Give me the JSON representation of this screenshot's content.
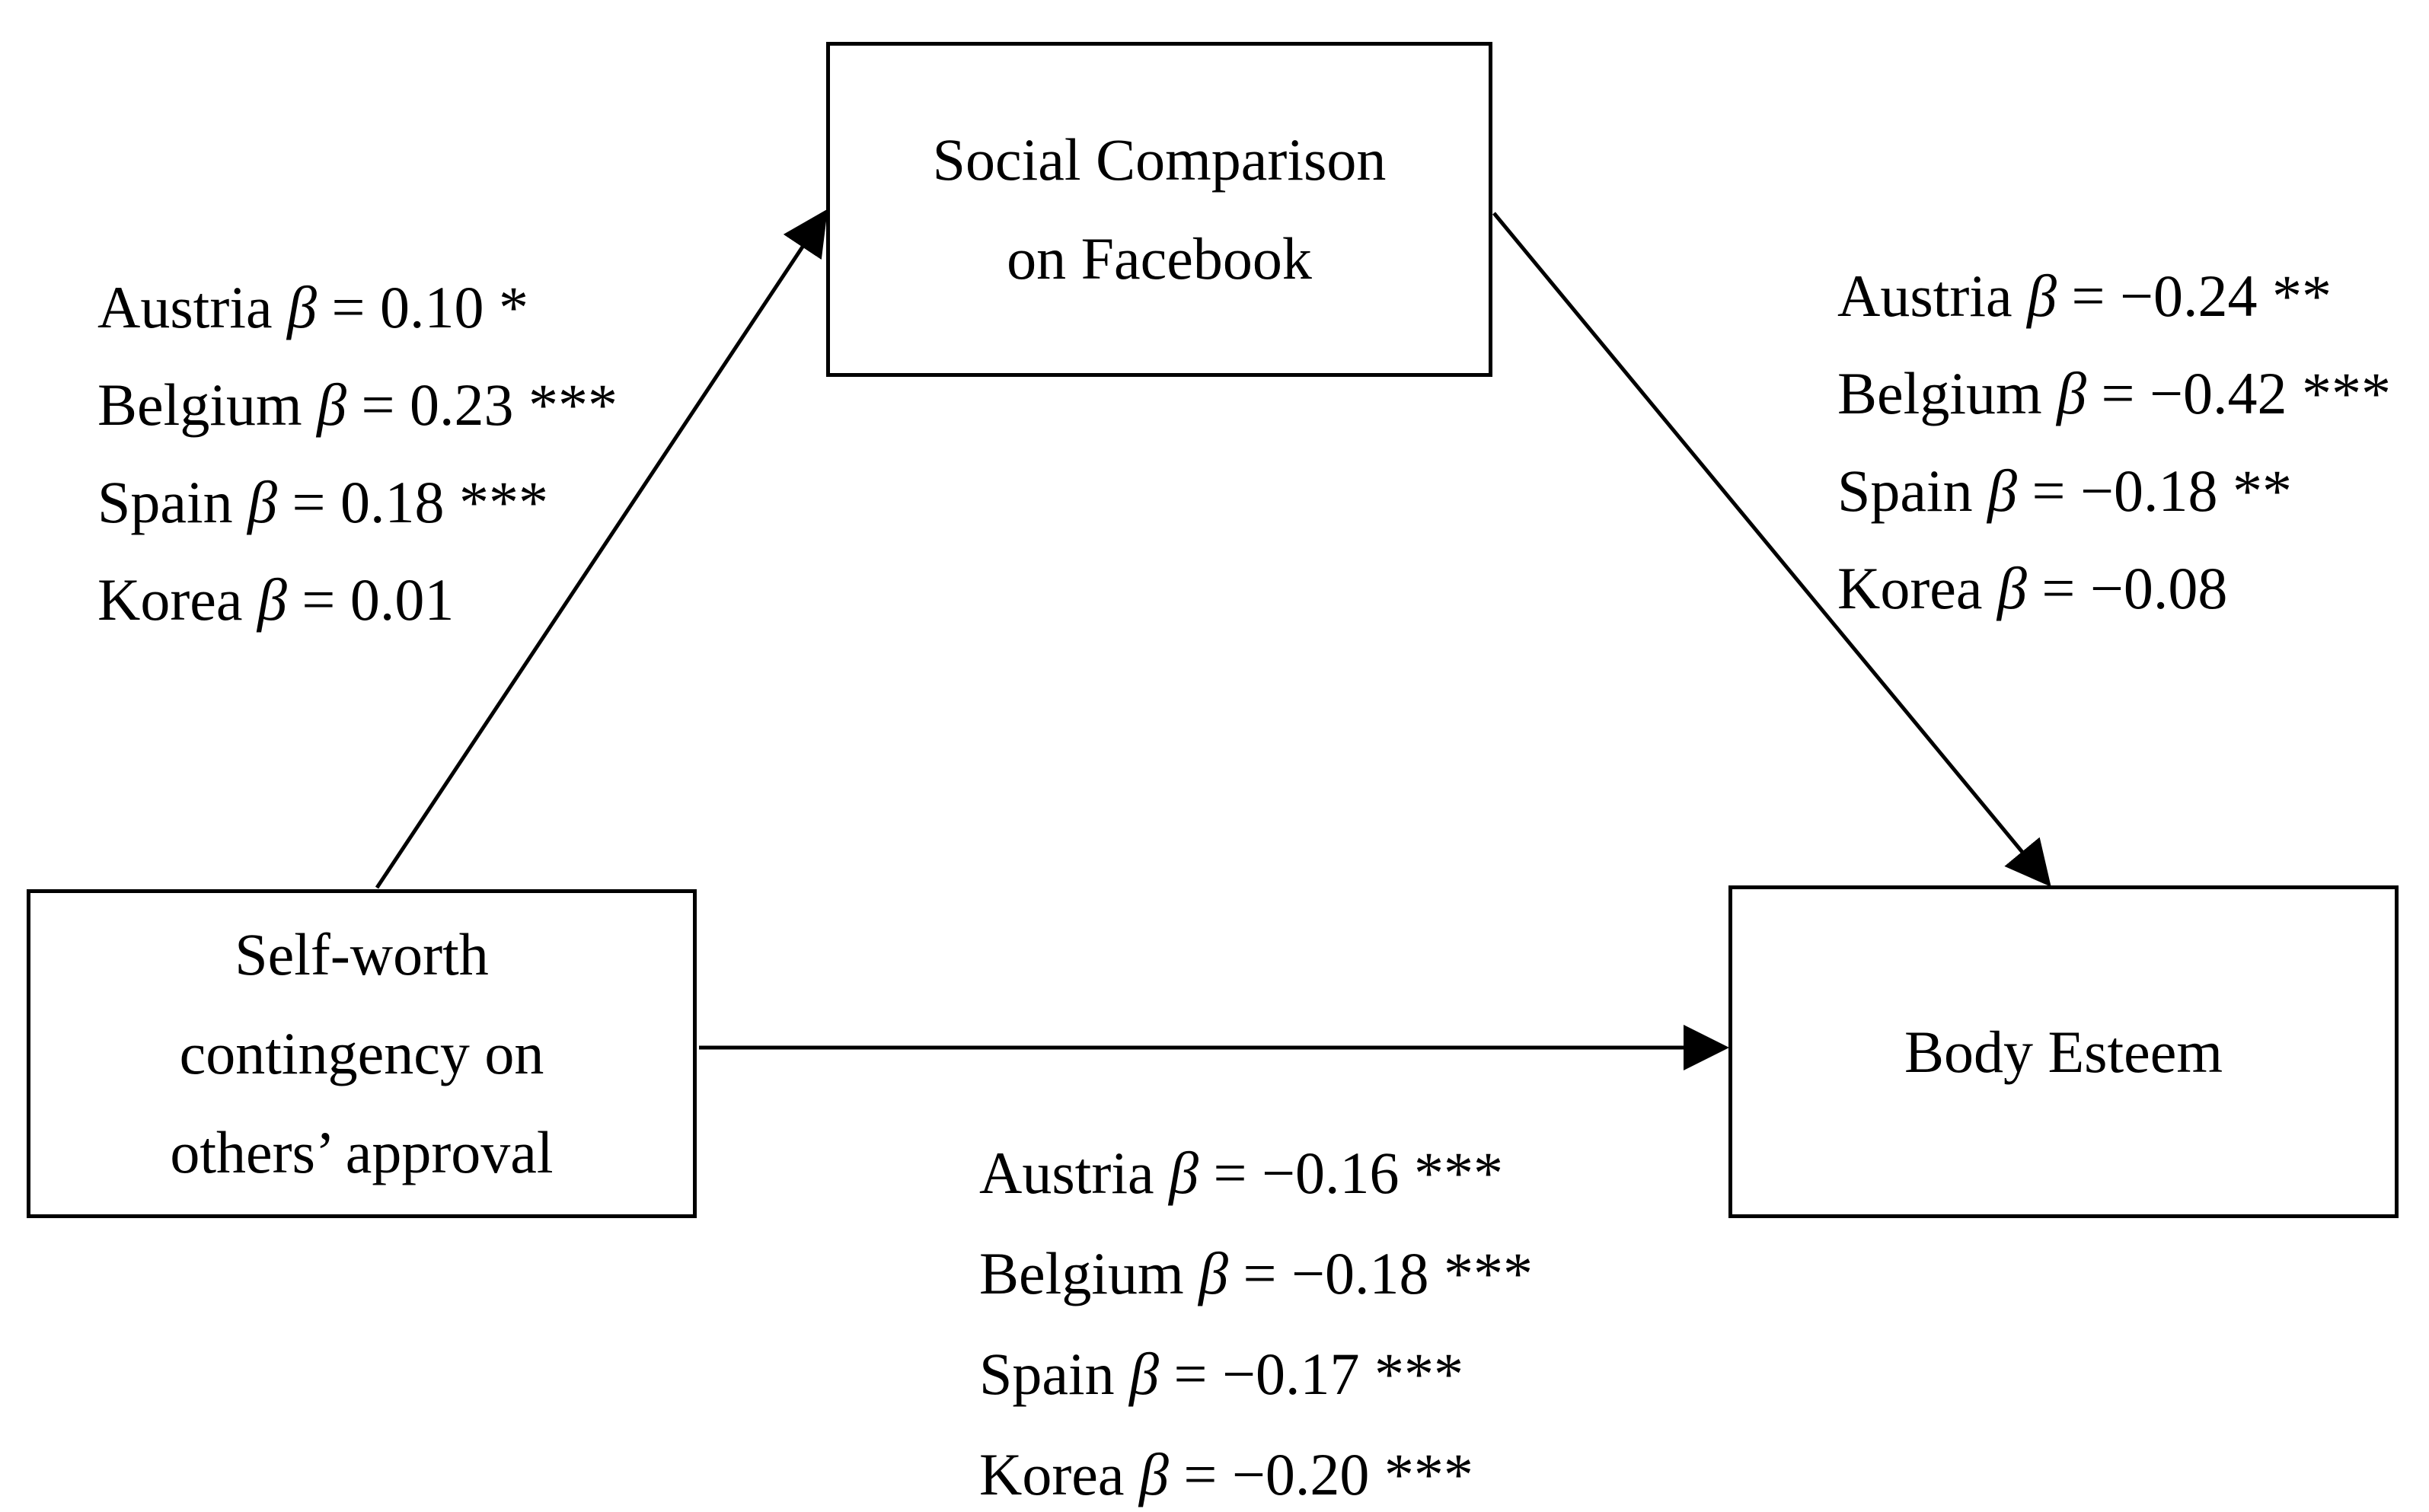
{
  "figure": {
    "type": "mediation-path-diagram",
    "background_color": "#ffffff",
    "line_color": "#000000",
    "text_color": "#000000"
  },
  "symbols": {
    "beta": "β",
    "equals": "="
  },
  "nodes": {
    "predictor": {
      "lines": [
        "Self-worth",
        "contingency on",
        "others’ approval"
      ]
    },
    "mediator": {
      "lines": [
        "Social Comparison",
        "on Facebook"
      ]
    },
    "outcome": {
      "label": "Body Esteem"
    }
  },
  "paths": {
    "predictor_to_mediator": {
      "from": "Self-worth contingency on others’ approval",
      "to": "Social Comparison on Facebook",
      "coefficients": [
        {
          "country": "Austria",
          "value": "0.10",
          "sig": "*"
        },
        {
          "country": "Belgium",
          "value": "0.23",
          "sig": "***"
        },
        {
          "country": "Spain",
          "value": "0.18",
          "sig": "***"
        },
        {
          "country": "Korea",
          "value": "0.01",
          "sig": ""
        }
      ]
    },
    "mediator_to_outcome": {
      "from": "Social Comparison on Facebook",
      "to": "Body Esteem",
      "coefficients": [
        {
          "country": "Austria",
          "value": "−0.24",
          "sig": "**"
        },
        {
          "country": "Belgium",
          "value": "−0.42",
          "sig": "***"
        },
        {
          "country": "Spain",
          "value": "−0.18",
          "sig": "**"
        },
        {
          "country": "Korea",
          "value": "−0.08",
          "sig": ""
        }
      ]
    },
    "predictor_to_outcome": {
      "from": "Self-worth contingency on others’ approval",
      "to": "Body Esteem",
      "coefficients": [
        {
          "country": "Austria",
          "value": "−0.16",
          "sig": "***"
        },
        {
          "country": "Belgium",
          "value": "−0.18",
          "sig": "***"
        },
        {
          "country": "Spain",
          "value": "−0.17",
          "sig": "***"
        },
        {
          "country": "Korea",
          "value": "−0.20",
          "sig": "***"
        }
      ]
    }
  }
}
